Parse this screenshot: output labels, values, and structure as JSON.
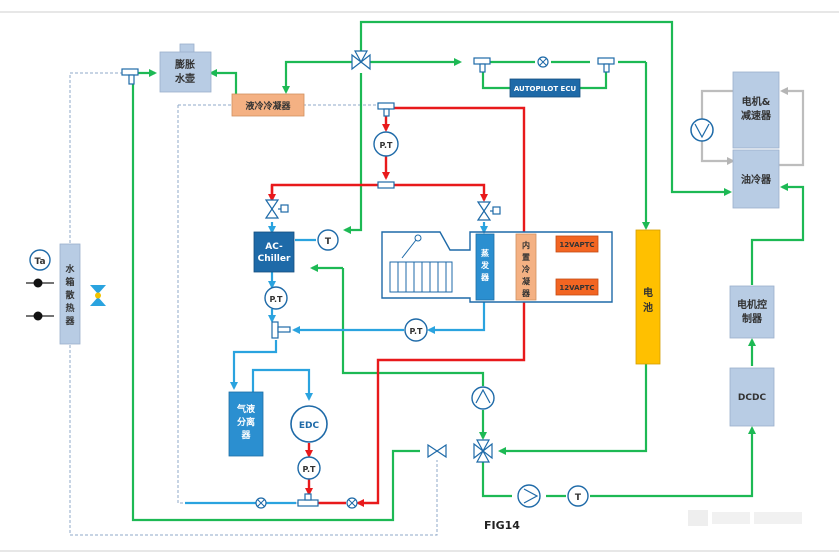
{
  "figure_label": "FIG14",
  "blocks": {
    "expansion_tank": "膨胀水壶",
    "liquid_cooled_condenser": "液冷冷凝器",
    "autopilot_ecu": "AUTOPILOT ECU",
    "ac_chiller_line1": "AC-",
    "ac_chiller_line2": "Chiller",
    "evaporator": "蒸发器",
    "inner_condenser": "内置冷凝器",
    "ptc_top": "12VAPTC",
    "ptc_bottom": "12VAPTC",
    "battery": "电池",
    "motor_reducer_line1": "电机&",
    "motor_reducer_line2": "减速器",
    "oil_cooler": "油冷器",
    "motor_controller_line1": "电机控",
    "motor_controller_line2": "制器",
    "dcdc": "DCDC",
    "gas_liquid_separator_line1": "气液",
    "gas_liquid_separator_line2": "分离",
    "gas_liquid_separator_line3": "器",
    "radiator": "水箱散热器",
    "edc": "EDC"
  },
  "sensors": {
    "ta": "Ta",
    "pt": "P.T",
    "t": "T"
  },
  "colors": {
    "coolant": "#1db954",
    "hot_refrigerant": "#e8191b",
    "cold_refrigerant": "#2aa3df",
    "oil_loop": "#c3c3c3",
    "block_fill": "#b8cce4",
    "chiller_fill": "#1e6aa8",
    "battery_fill": "#ffc000",
    "condenser_fill": "#f4b183",
    "ptc_fill": "#f26522",
    "evaporator_fill": "#2b8fd0"
  }
}
